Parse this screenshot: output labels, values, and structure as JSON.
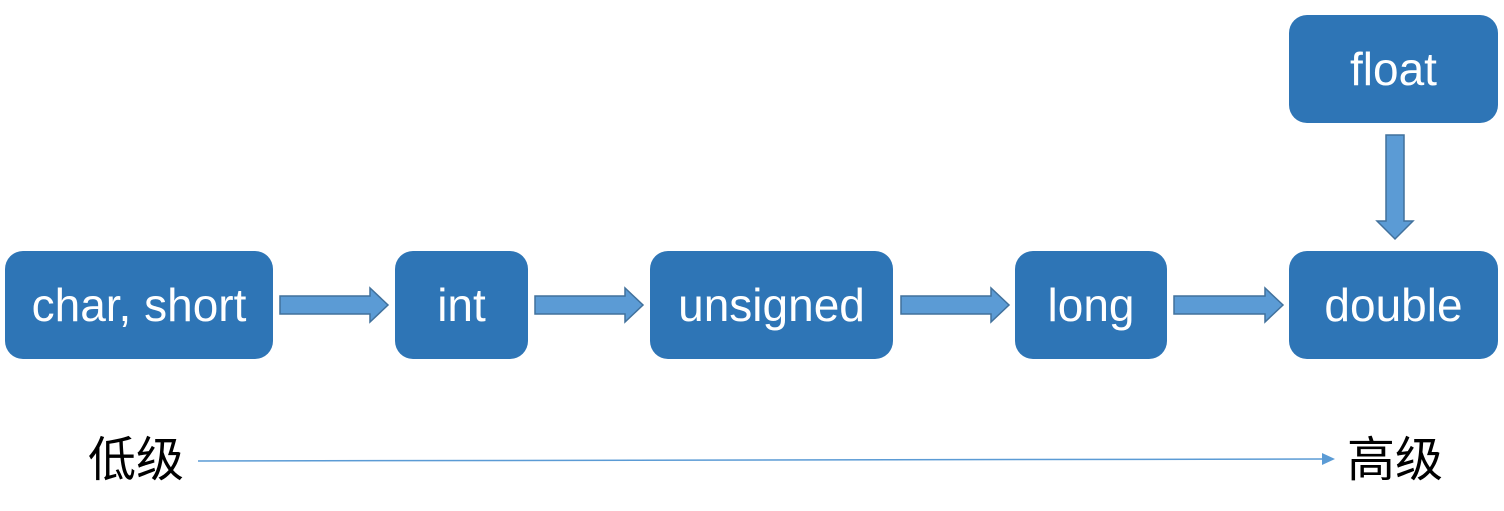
{
  "diagram": {
    "boxes": {
      "char_short": "char, short",
      "int": "int",
      "unsigned": "unsigned",
      "long": "long",
      "double": "double",
      "float": "float"
    },
    "scale": {
      "low_label": "低级",
      "high_label": "高级"
    }
  },
  "colors": {
    "box_fill": "#2e75b6",
    "box_text": "#ffffff",
    "arrow_fill": "#5b9bd5",
    "arrow_stroke": "#41719c",
    "scale_line": "#5b9bd5"
  }
}
